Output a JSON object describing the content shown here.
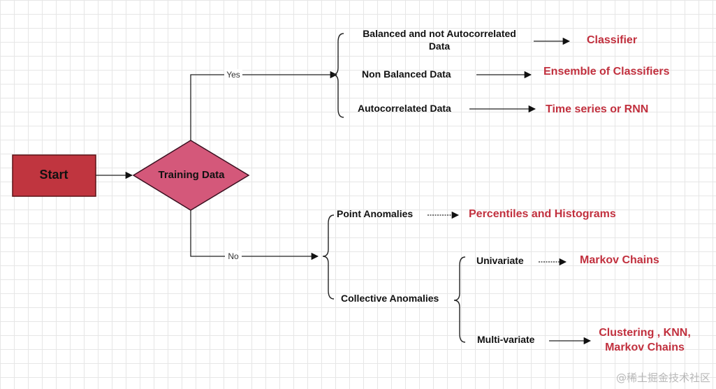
{
  "colors": {
    "start_fill": "#c0353f",
    "start_stroke": "#5a1115",
    "diamond_fill": "#d4587a",
    "diamond_stroke": "#3b1020",
    "result_text": "#c1303e"
  },
  "start_label": "Start",
  "decision_label": "Training Data",
  "branches": {
    "yes_label": "Yes",
    "no_label": "No"
  },
  "yes_group": {
    "balanced_line1": "Balanced and not Autocorrelated",
    "balanced_line2": "Data",
    "non_balanced": "Non Balanced Data",
    "autocorrelated": "Autocorrelated Data",
    "classifier": "Classifier",
    "ensemble": "Ensemble of Classifiers",
    "time_series": "Time series or RNN"
  },
  "no_group": {
    "point_anomalies": "Point Anomalies",
    "percentiles": "Percentiles and Histograms",
    "collective_anomalies": "Collective Anomalies",
    "univariate": "Univariate",
    "markov": "Markov Chains",
    "multivariate": "Multi-variate",
    "clustering_line1": "Clustering , KNN,",
    "clustering_line2": "Markov Chains"
  },
  "watermark": "@稀土掘金技术社区"
}
